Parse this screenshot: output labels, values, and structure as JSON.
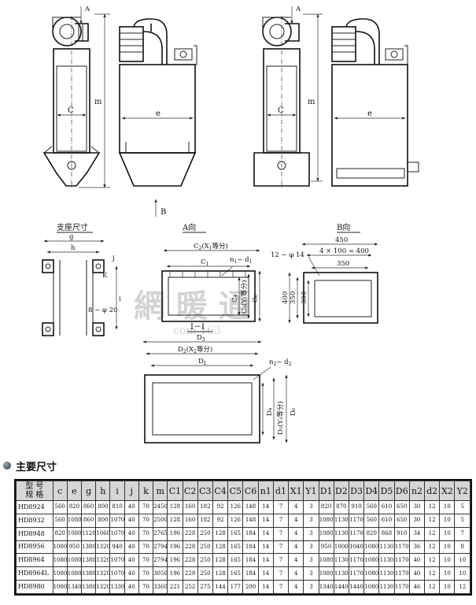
{
  "labels": {
    "view_a_arrow": "A",
    "view_b_arrow": "B",
    "dim_m": "m",
    "dim_c": "C",
    "dim_e": "e",
    "support_title": "支座尺寸",
    "support_g": "g",
    "support_h": "h",
    "support_j": "j",
    "support_k": "K",
    "support_i": "i",
    "support_holes": "8 ~ φ 20",
    "a_view_title": "A向",
    "a_c2": "C",
    "a_c2_sub": "2",
    "a_c2_rest": "(X",
    "a_c2_x_sub": "1",
    "a_c2_tail": "等分)",
    "a_c1": "C",
    "a_c1_sub": "1",
    "a_n1": "n",
    "a_n1_sub": "1",
    "a_n1_tail": "~ d",
    "a_d1_sub": "1",
    "a_c4": "C₄",
    "a_c5": "C₅(Y₁等分)",
    "a_c6": "C₆",
    "b_view_title": "B向",
    "b_holes": "12 ~ φ 14",
    "b_450": "450",
    "b_4x100": "4 × 100 = 400",
    "b_350": "350",
    "b_400": "400",
    "b_350v": "350",
    "b_300": "300",
    "section_title": "I－I",
    "s_d3": "D",
    "s_d3_sub": "3",
    "s_d2": "D",
    "s_d2_sub": "2",
    "s_d2_rest": "(X",
    "s_d2_x_sub": "2",
    "s_d2_tail": "等分)",
    "s_d1": "D",
    "s_d1_sub": "1",
    "s_n2": "n",
    "s_n2_sub": "2",
    "s_n2_tail": "~ d",
    "s_d2b_sub": "2",
    "s_d4": "D₄",
    "s_d5": "D₅(Y₂等分)",
    "s_d6": "D₆"
  },
  "watermark": "網 暖 通",
  "watermark_sub": "com 163",
  "section_heading": "主要尺寸",
  "table": {
    "model_header_line1": "型 号",
    "model_header_line2": "规 格",
    "headers": [
      "c",
      "e",
      "g",
      "h",
      "i",
      "j",
      "k",
      "m",
      "C1",
      "C2",
      "C3",
      "C4",
      "C5",
      "C6",
      "n1",
      "d1",
      "X1",
      "Y1",
      "D1",
      "D2",
      "D3",
      "D4",
      "D5",
      "D6",
      "n2",
      "d2",
      "X2",
      "Y2"
    ],
    "rows": [
      [
        "HD8924",
        "560",
        "820",
        "860",
        "800",
        "810",
        "40",
        "70",
        "2450",
        "128",
        "160",
        "182",
        "92",
        "126",
        "148",
        "14",
        "7",
        "4",
        "3",
        "820",
        "870",
        "910",
        "560",
        "610",
        "650",
        "30",
        "12",
        "10",
        "5"
      ],
      [
        "HD8932",
        "560",
        "1080",
        "860",
        "800",
        "1070",
        "40",
        "70",
        "2500",
        "128",
        "160",
        "182",
        "92",
        "126",
        "148",
        "14",
        "7",
        "4",
        "3",
        "1080",
        "1130",
        "1170",
        "560",
        "610",
        "650",
        "30",
        "12",
        "10",
        "5"
      ],
      [
        "HD8948",
        "820",
        "1080",
        "1120",
        "1060",
        "1070",
        "40",
        "70",
        "2765",
        "196",
        "228",
        "250",
        "128",
        "165",
        "184",
        "14",
        "7",
        "4",
        "3",
        "1080",
        "1130",
        "1170",
        "820",
        "868",
        "910",
        "34",
        "12",
        "10",
        "7"
      ],
      [
        "HD8956",
        "1080",
        "950",
        "1380",
        "1320",
        "940",
        "40",
        "70",
        "2794",
        "196",
        "228",
        "250",
        "128",
        "165",
        "184",
        "14",
        "7",
        "4",
        "3",
        "950",
        "1000",
        "1040",
        "1080",
        "1130",
        "1170",
        "36",
        "12",
        "10",
        "8"
      ],
      [
        "HD8964",
        "1080",
        "1080",
        "1380",
        "1320",
        "1070",
        "40",
        "70",
        "2794",
        "196",
        "228",
        "250",
        "128",
        "165",
        "184",
        "14",
        "7",
        "4",
        "3",
        "1080",
        "1130",
        "1170",
        "1080",
        "1130",
        "1170",
        "40",
        "12",
        "10",
        "10"
      ],
      [
        "HD8964L",
        "1080",
        "1080",
        "1380",
        "1320",
        "1070",
        "40",
        "70",
        "3050",
        "196",
        "228",
        "250",
        "128",
        "165",
        "184",
        "14",
        "7",
        "4",
        "3",
        "1080",
        "1130",
        "1170",
        "1080",
        "1130",
        "1170",
        "40",
        "12",
        "10",
        "10"
      ],
      [
        "HD8980",
        "1080",
        "1340",
        "1380",
        "1320",
        "1330",
        "40",
        "70",
        "3360",
        "221",
        "252",
        "275",
        "144",
        "177",
        "200",
        "14",
        "7",
        "4",
        "3",
        "1340",
        "1440",
        "1440",
        "1080",
        "1130",
        "1170",
        "46",
        "12",
        "10",
        "12"
      ]
    ]
  },
  "colors": {
    "table_header_bg": "#d6d6d6",
    "line": "#222222"
  }
}
